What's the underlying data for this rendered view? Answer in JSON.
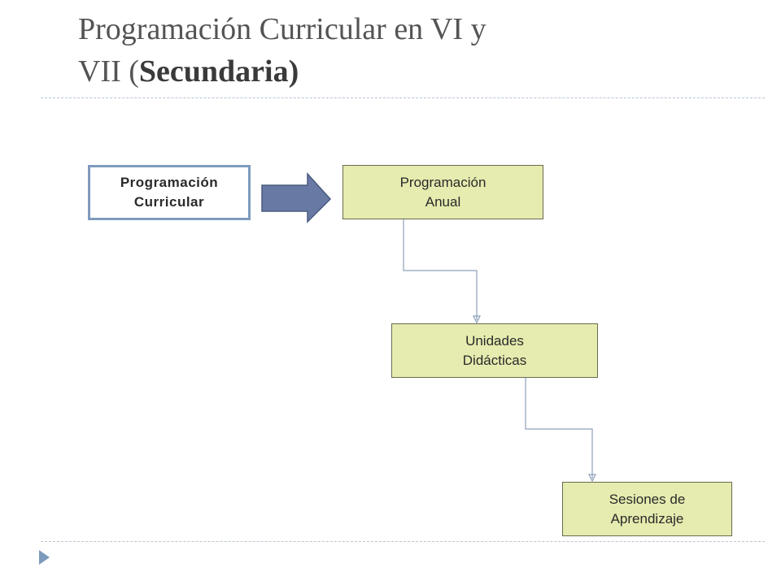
{
  "slide": {
    "title_line1": "Programación Curricular en VI  y",
    "title_line2_prefix": "VII (",
    "title_line2_bold": "Secundaria)"
  },
  "diagram": {
    "source_box": "Programación\nCurricular",
    "steps": [
      {
        "label": "Programación\nAnual"
      },
      {
        "label": "Unidades\nDidácticas"
      },
      {
        "label": "Sesiones de\nAprendizaje"
      }
    ]
  },
  "colors": {
    "step_fill": "#e6ebaf",
    "source_border": "#7f9bbd",
    "block_arrow": "#6879a4",
    "connector": "#8ca0b8"
  }
}
